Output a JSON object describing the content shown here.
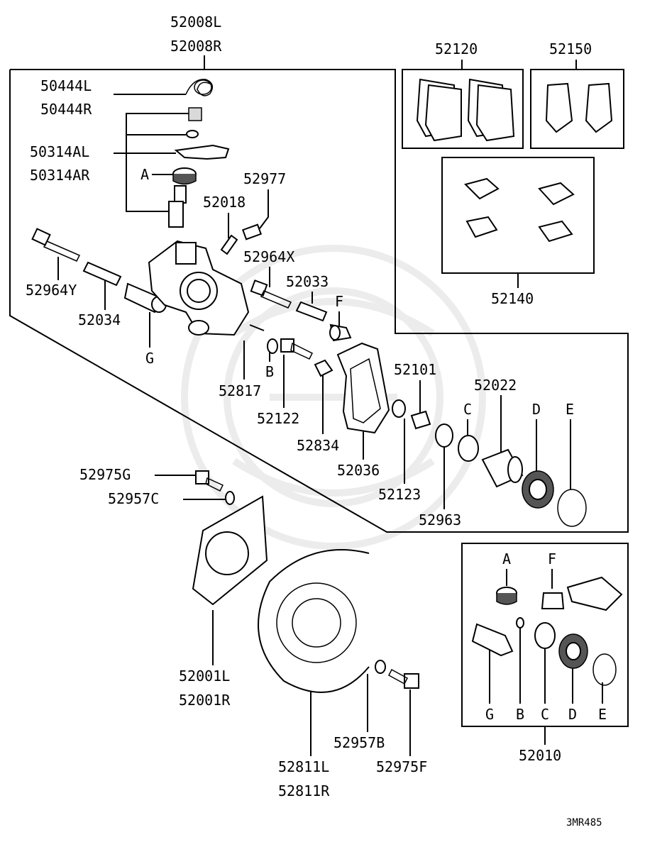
{
  "diagram_id": "3MR485",
  "callouts": {
    "assy_l": "52008L",
    "assy_r": "52008R",
    "p50444l": "50444L",
    "p50444r": "50444R",
    "p50314al": "50314AL",
    "p50314ar": "50314AR",
    "ref_a": "A",
    "p52977": "52977",
    "p52018": "52018",
    "p52964x": "52964X",
    "p52964y": "52964Y",
    "p52034": "52034",
    "ref_g": "G",
    "p52033": "52033",
    "ref_f": "F",
    "p52817": "52817",
    "ref_b": "B",
    "p52122": "52122",
    "p52834": "52834",
    "p52036": "52036",
    "p52101": "52101",
    "p52123": "52123",
    "p52963": "52963",
    "ref_c": "C",
    "p52022": "52022",
    "ref_d": "D",
    "ref_e": "E",
    "p52120": "52120",
    "p52150": "52150",
    "p52140": "52140",
    "p52975g": "52975G",
    "p52957c": "52957C",
    "p52001l": "52001L",
    "p52001r": "52001R",
    "p52811l": "52811L",
    "p52811r": "52811R",
    "p52957b": "52957B",
    "p52975f": "52975F",
    "kit": "52010",
    "kit_a": "A",
    "kit_f": "F",
    "kit_g": "G",
    "kit_b": "B",
    "kit_c": "C",
    "kit_d": "D",
    "kit_e": "E"
  }
}
